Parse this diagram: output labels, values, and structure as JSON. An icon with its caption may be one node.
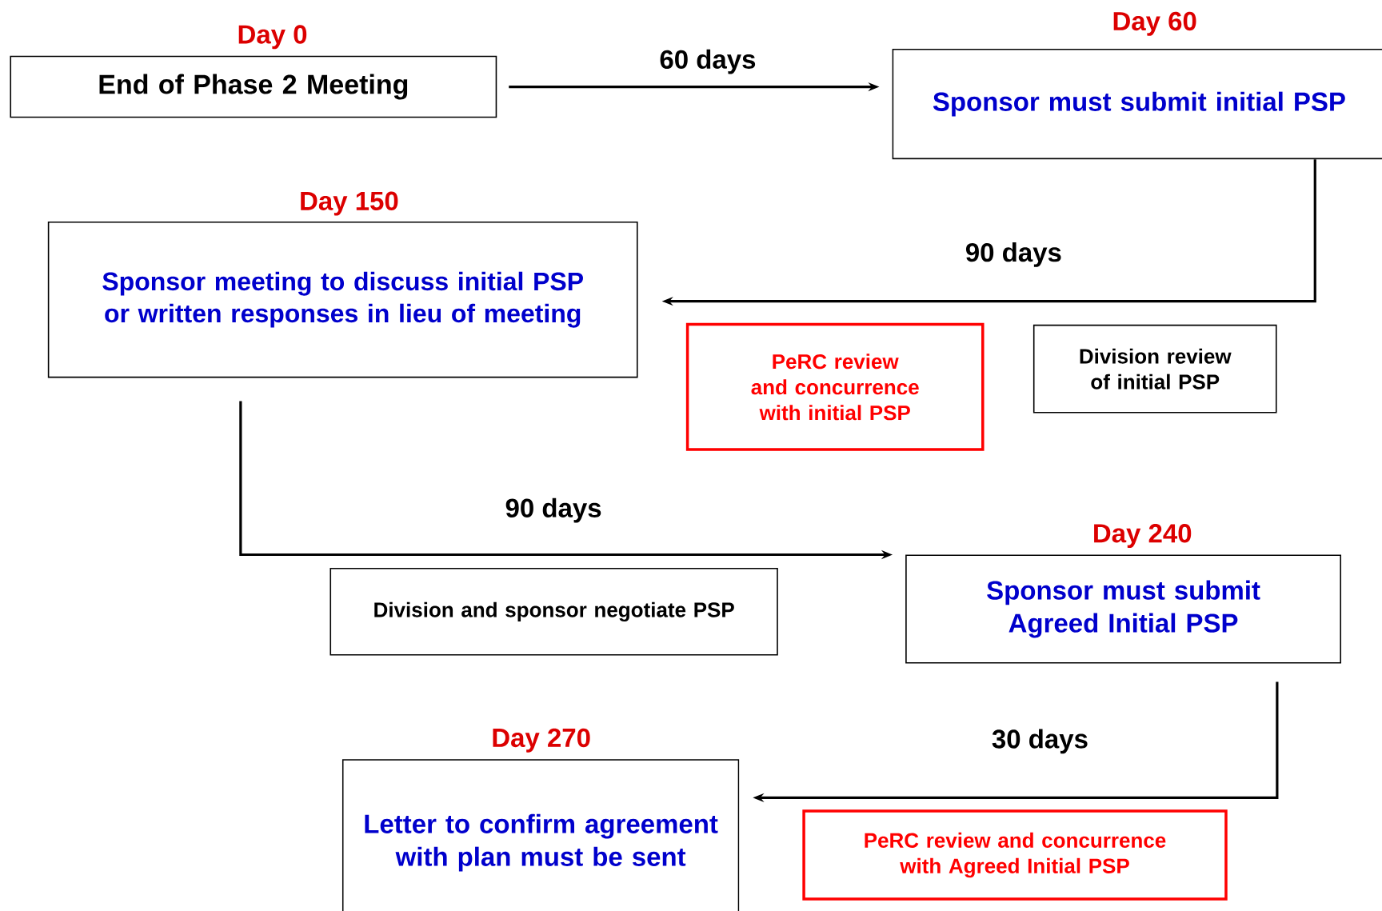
{
  "diagram": {
    "nodes": [
      {
        "text": [
          "End of Phase 2 Meeting"
        ],
        "beside": [
          "Day 0"
        ]
      },
      {
        "text": [
          "Sponsor must submit initial PSP"
        ],
        "beside": [
          "Day 60"
        ]
      },
      {
        "text": [
          "Sponsor meeting to discuss initial PSP or written responses in lieu of meeting"
        ],
        "beside": [
          "Day 150"
        ]
      },
      {
        "text": [
          "PeRC review and concurrence with initial PSP"
        ]
      },
      {
        "text": [
          "Division review of initial PSP"
        ]
      },
      {
        "text": [
          "Sponsor must submit Agreed Initial PSP"
        ],
        "beside": [
          "Day 240"
        ]
      },
      {
        "text": [
          "Division and sponsor negotiate PSP"
        ]
      },
      {
        "text": [
          "Letter to confirm agreement with plan must be sent"
        ],
        "beside": [
          "Day 270"
        ]
      },
      {
        "text": [
          "PeRC review and concurrence with Agreed Initial PSP"
        ]
      }
    ],
    "edges": [
      {
        "from": 0,
        "to": 1,
        "arrow": "to",
        "label": "60 days"
      },
      {
        "from": 1,
        "to": 2,
        "arrow": "to",
        "label": "90 days"
      },
      {
        "from": 2,
        "to": 5,
        "arrow": "to",
        "label": "90 days"
      },
      {
        "from": 5,
        "to": 7,
        "arrow": "to",
        "label": "30 days"
      }
    ]
  }
}
